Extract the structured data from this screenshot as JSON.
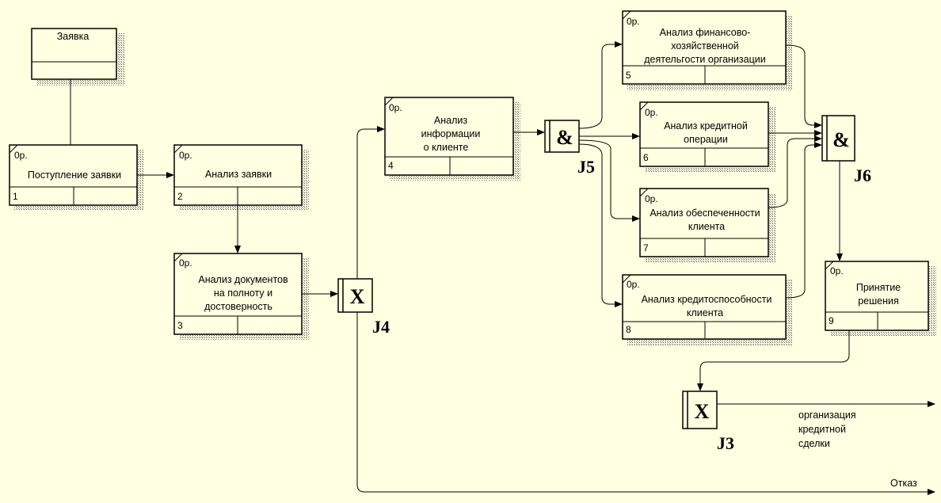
{
  "object": {
    "label": "Заявка"
  },
  "units": [
    {
      "op": "0р.",
      "lines": [
        "Поступление заявки"
      ],
      "num": "1"
    },
    {
      "op": "0р.",
      "lines": [
        "Анализ заявки"
      ],
      "num": "2"
    },
    {
      "op": "0р.",
      "lines": [
        "Анализ документов",
        "на полноту и",
        "достоверность"
      ],
      "num": "3"
    },
    {
      "op": "0р.",
      "lines": [
        "Анализ",
        "информации",
        "о клиенте"
      ],
      "num": "4"
    },
    {
      "op": "0р.",
      "lines": [
        "Анализ финансово-",
        "хозяйственной",
        "деятельгости организации"
      ],
      "num": "5"
    },
    {
      "op": "0р.",
      "lines": [
        "Анализ кредитной",
        "операции"
      ],
      "num": "6"
    },
    {
      "op": "0р.",
      "lines": [
        "Анализ обеспеченности",
        "клиента"
      ],
      "num": "7"
    },
    {
      "op": "0р.",
      "lines": [
        "Анализ кредитоспособности",
        "клиента"
      ],
      "num": "8"
    },
    {
      "op": "0р.",
      "lines": [
        "Принятие",
        "решения"
      ],
      "num": "9"
    }
  ],
  "junctions": [
    {
      "symbol": "X",
      "label": "J4"
    },
    {
      "symbol": "&",
      "label": "J5"
    },
    {
      "symbol": "&",
      "label": "J6"
    },
    {
      "symbol": "X",
      "label": "J3"
    }
  ],
  "outputs": {
    "deal_lines": [
      "организация",
      "кредитной",
      "сделки"
    ],
    "refusal": "Отказ"
  }
}
